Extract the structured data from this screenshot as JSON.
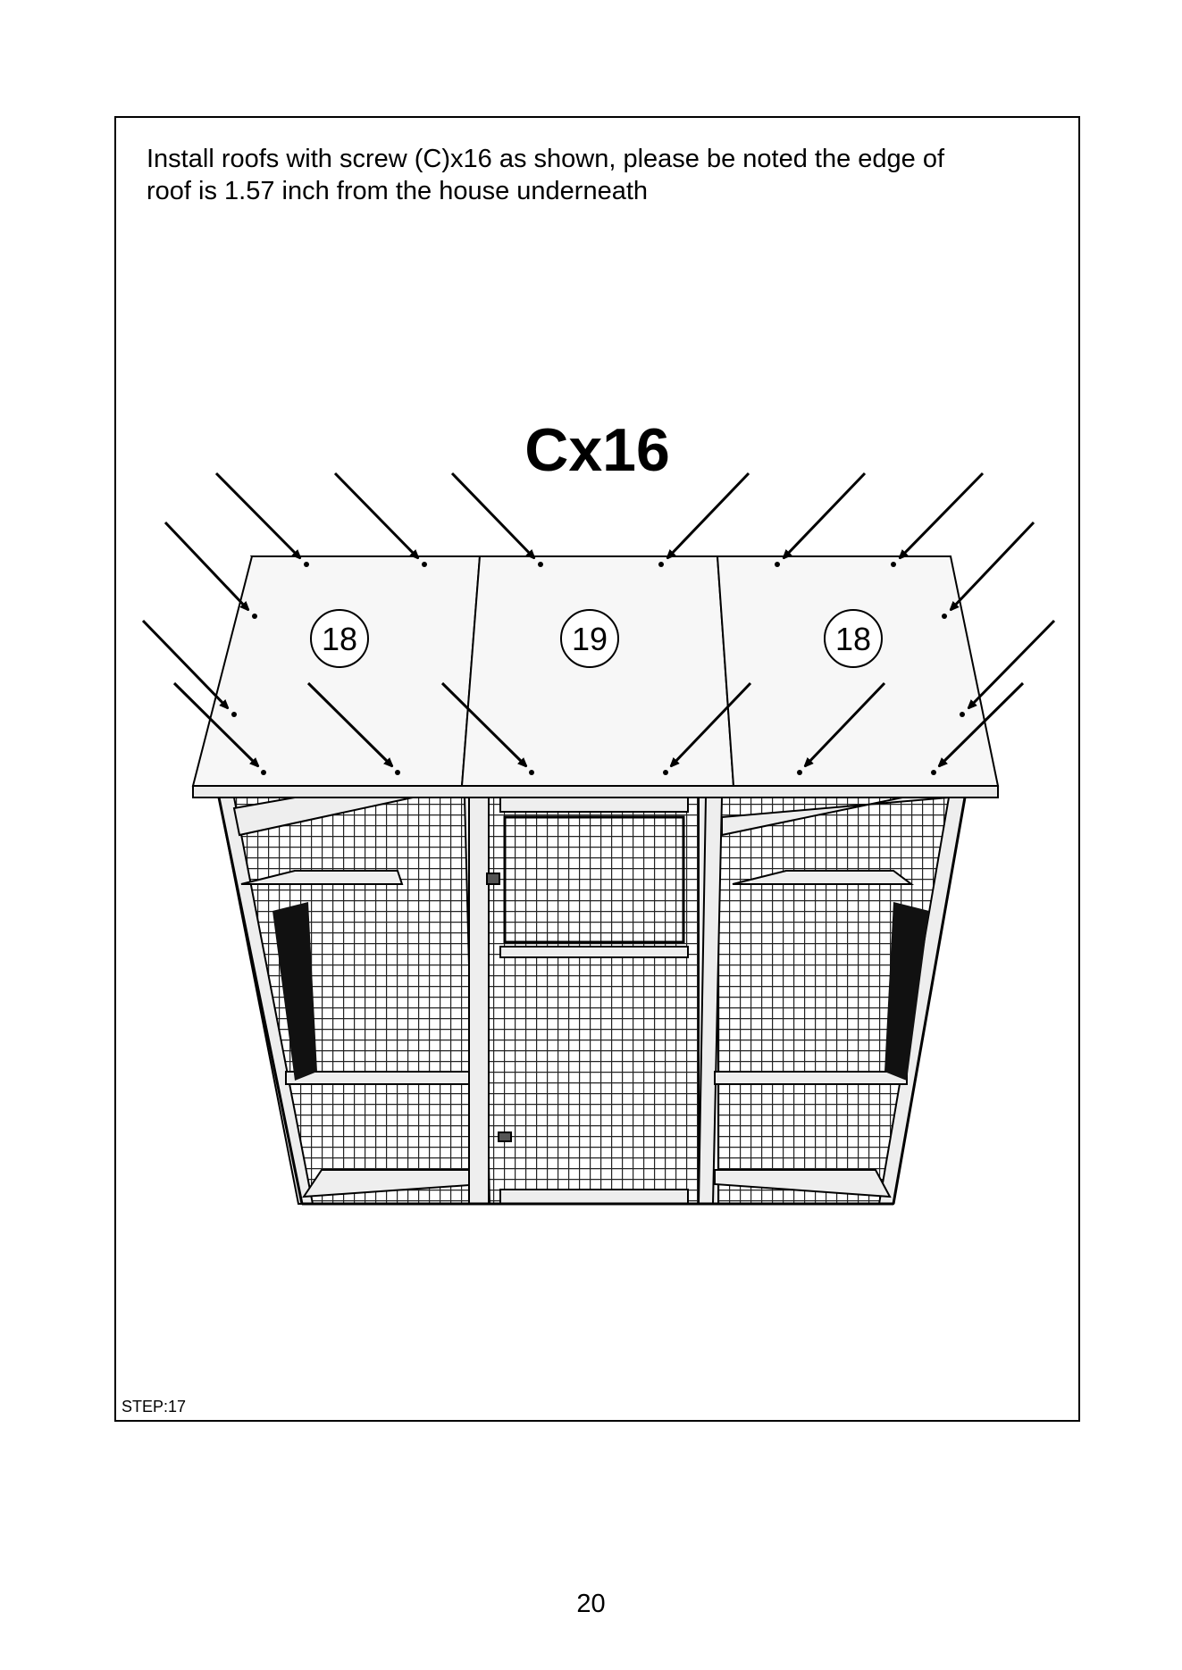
{
  "instruction": {
    "line1": "Install roofs with screw (C)x16 as shown, please be noted the edge of",
    "line2": "roof is 1.57 inch from the house underneath"
  },
  "quantity_label": "Cx16",
  "parts": [
    {
      "label": "18"
    },
    {
      "label": "19"
    },
    {
      "label": "18"
    }
  ],
  "step_label": "STEP:17",
  "page_number": "20",
  "colors": {
    "ink": "#000000",
    "paper": "#ffffff",
    "roof": "#f4f4f4",
    "frame_wood": "#e9e9e9",
    "mesh": "#222222"
  }
}
